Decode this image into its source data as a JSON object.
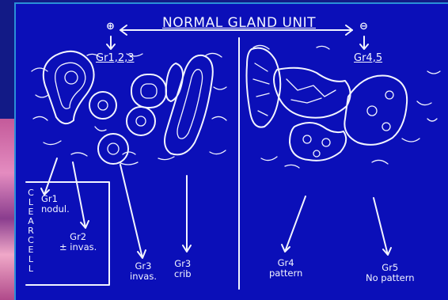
{
  "diagram": {
    "title": "NORMAL GLAND UNIT",
    "left_sign": "⊕",
    "right_sign": "⊖",
    "left_group_label": "Gr1,2,3",
    "right_group_label": "Gr4,5",
    "side_label": "CLEAR CELL",
    "annotations": [
      {
        "name": "gr1",
        "lines": [
          "Gr1",
          "nodul."
        ]
      },
      {
        "name": "gr2",
        "lines": [
          "Gr2",
          "± invas."
        ]
      },
      {
        "name": "gr3",
        "lines": [
          "Gr3",
          "invas."
        ]
      },
      {
        "name": "gr3-crib",
        "lines": [
          "Gr3",
          "crib"
        ]
      },
      {
        "name": "gr4",
        "lines": [
          "Gr4",
          "pattern"
        ]
      },
      {
        "name": "gr5",
        "lines": [
          "Gr5",
          "No pattern"
        ]
      }
    ]
  },
  "colors": {
    "background": "#0b0fb8",
    "border": "#2a8fd8",
    "chalk": "#f2f4ff"
  }
}
